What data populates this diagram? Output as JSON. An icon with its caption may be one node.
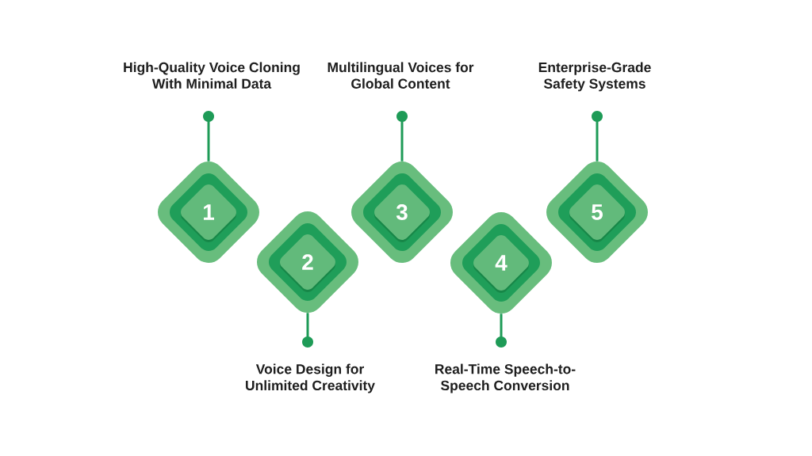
{
  "diagram": {
    "nodes": [
      {
        "text": [
          "1"
        ]
      },
      {
        "text": [
          "2"
        ]
      },
      {
        "text": [
          "3"
        ]
      },
      {
        "text": [
          "4"
        ]
      },
      {
        "text": [
          "5"
        ]
      },
      {
        "text": [
          "High-Quality Voice Cloning With Minimal Data"
        ]
      },
      {
        "text": [
          "Voice Design for Unlimited Creativity"
        ]
      },
      {
        "text": [
          "Multilingual Voices for Global Content"
        ]
      },
      {
        "text": [
          "Real-Time Speech-to-Speech Conversion"
        ]
      },
      {
        "text": [
          "Enterprise-Grade Safety Systems"
        ]
      }
    ],
    "edges": [
      {
        "from": 5,
        "to": 0,
        "arrow": "other"
      },
      {
        "from": 6,
        "to": 1,
        "arrow": "other"
      },
      {
        "from": 7,
        "to": 2,
        "arrow": "other"
      },
      {
        "from": 8,
        "to": 3,
        "arrow": "other"
      },
      {
        "from": 9,
        "to": 4,
        "arrow": "other"
      }
    ]
  }
}
